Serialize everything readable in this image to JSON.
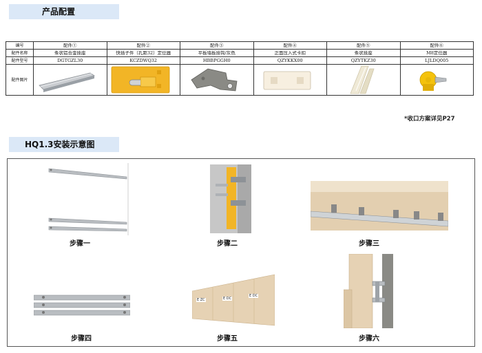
{
  "section1": {
    "title": "产品配置"
  },
  "section2": {
    "title": "HQ1.3安装示意图"
  },
  "table": {
    "row_headers": [
      "编号",
      "配件名称",
      "配件型号",
      "配件图片"
    ],
    "columns": [
      {
        "id": "配件①",
        "name": "条状铝合金挂座",
        "model": "DGTGZL30",
        "image": "aluminum-rail"
      },
      {
        "id": "配件②",
        "name": "快插子件（孔距32）定位器",
        "model": "KCZDWQ32",
        "image": "yellow-locator"
      },
      {
        "id": "配件③",
        "name": "平板墙板挂钩/灰色",
        "model": "HBBPGGH0",
        "image": "grey-hook"
      },
      {
        "id": "配件④",
        "name": "正面压入式卡扣",
        "model": "QZYKKX00",
        "image": "white-clip"
      },
      {
        "id": "配件⑤",
        "name": "条状挂座",
        "model": "QZYTKZ30",
        "image": "strip-seat"
      },
      {
        "id": "配件⑥",
        "name": "M8定位器",
        "model": "LJLDQ005",
        "image": "m8-locator"
      }
    ]
  },
  "note": "*收口方案详见P27",
  "steps": [
    "步骤一",
    "步骤二",
    "步骤三",
    "步骤四",
    "步骤五",
    "步骤六"
  ],
  "step5_tags": [
    "E ZC",
    "E DC",
    "E DC"
  ],
  "colors": {
    "section_bg": "#dbe8f7",
    "wood": "#e6d2b4",
    "rail": "#b9bdc1",
    "yellow": "#f2b526",
    "grey_hook": "#8a8a85"
  }
}
